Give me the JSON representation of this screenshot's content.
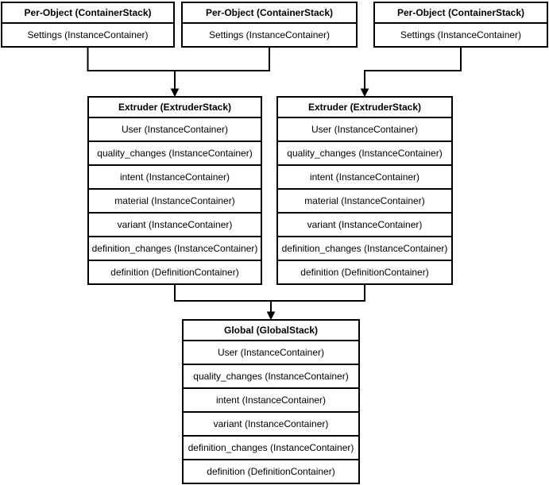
{
  "diagram": {
    "colors": {
      "stroke": "#000000",
      "background": "#ffffff",
      "text": "#000000"
    },
    "per_object_stacks": [
      {
        "title": "Per-Object (ContainerStack)",
        "rows": [
          "Settings (InstanceContainer)"
        ]
      },
      {
        "title": "Per-Object (ContainerStack)",
        "rows": [
          "Settings (InstanceContainer)"
        ]
      },
      {
        "title": "Per-Object (ContainerStack)",
        "rows": [
          "Settings (InstanceContainer)"
        ]
      }
    ],
    "extruder_stacks": [
      {
        "title": "Extruder (ExtruderStack)",
        "rows": [
          "User (InstanceContainer)",
          "quality_changes (InstanceContainer)",
          "intent (InstanceContainer)",
          "material (InstanceContainer)",
          "variant (InstanceContainer)",
          "definition_changes (InstanceContainer)",
          "definition (DefinitionContainer)"
        ]
      },
      {
        "title": "Extruder (ExtruderStack)",
        "rows": [
          "User (InstanceContainer)",
          "quality_changes (InstanceContainer)",
          "intent (InstanceContainer)",
          "material (InstanceContainer)",
          "variant (InstanceContainer)",
          "definition_changes (InstanceContainer)",
          "definition (DefinitionContainer)"
        ]
      }
    ],
    "global_stack": {
      "title": "Global (GlobalStack)",
      "rows": [
        "User (InstanceContainer)",
        "quality_changes (InstanceContainer)",
        "intent (InstanceContainer)",
        "variant (InstanceContainer)",
        "definition_changes (InstanceContainer)",
        "definition (DefinitionContainer)"
      ]
    },
    "connections": [
      {
        "from": "per-object-stack-1",
        "to": "extruder-stack-1"
      },
      {
        "from": "per-object-stack-2",
        "to": "extruder-stack-1"
      },
      {
        "from": "per-object-stack-3",
        "to": "extruder-stack-2"
      },
      {
        "from": "extruder-stack-1",
        "to": "global-stack"
      },
      {
        "from": "extruder-stack-2",
        "to": "global-stack"
      }
    ]
  }
}
